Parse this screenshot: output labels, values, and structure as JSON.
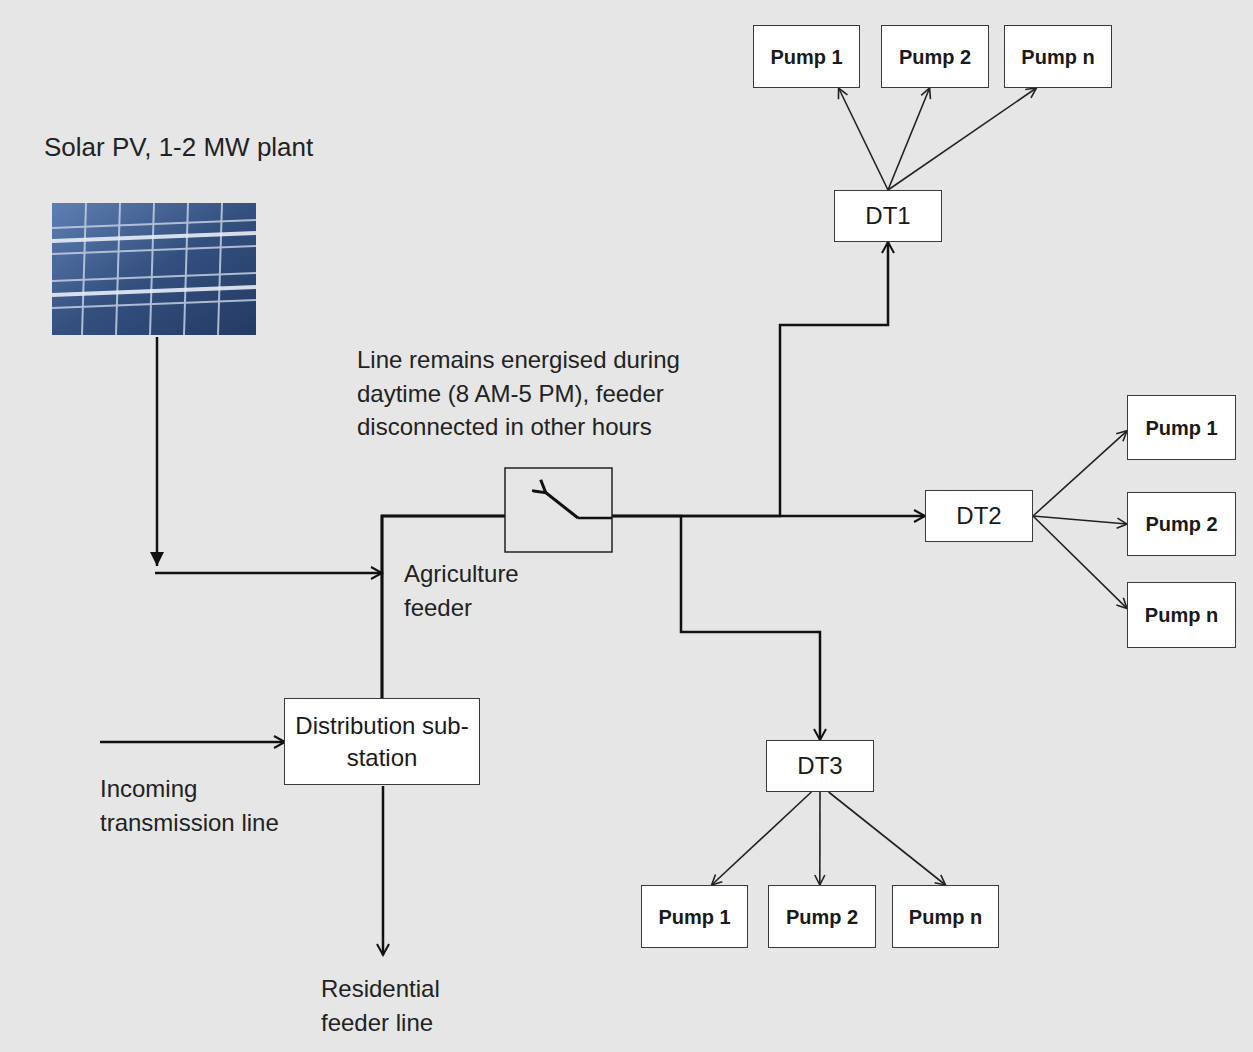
{
  "diagram": {
    "nodes": [
      {
        "text": [
          "Distribution sub-station"
        ]
      },
      {
        "text": [
          "DT1"
        ]
      },
      {
        "text": [
          "Pump 1"
        ]
      },
      {
        "text": [
          "Pump 2"
        ]
      },
      {
        "text": [
          "Pump n"
        ]
      },
      {
        "text": [
          "DT2"
        ]
      },
      {
        "text": [
          "Pump 1"
        ]
      },
      {
        "text": [
          "Pump 2"
        ]
      },
      {
        "text": [
          "Pump n"
        ]
      },
      {
        "text": [
          "DT3"
        ]
      },
      {
        "text": [
          "Pump 1"
        ]
      },
      {
        "text": [
          "Pump 2"
        ]
      },
      {
        "text": [
          "Pump n"
        ]
      }
    ],
    "edges": [
      {
        "from": 0,
        "to": 1,
        "arrow": "to"
      },
      {
        "from": 0,
        "to": 5,
        "arrow": "to"
      },
      {
        "from": 0,
        "to": 9,
        "arrow": "to"
      },
      {
        "from": 1,
        "to": 2,
        "arrow": "to"
      },
      {
        "from": 1,
        "to": 3,
        "arrow": "to"
      },
      {
        "from": 1,
        "to": 4,
        "arrow": "to"
      },
      {
        "from": 5,
        "to": 6,
        "arrow": "to"
      },
      {
        "from": 5,
        "to": 7,
        "arrow": "to"
      },
      {
        "from": 5,
        "to": 8,
        "arrow": "to"
      },
      {
        "from": 9,
        "to": 10,
        "arrow": "to"
      },
      {
        "from": 9,
        "to": 11,
        "arrow": "to"
      },
      {
        "from": 9,
        "to": 12,
        "arrow": "to"
      }
    ],
    "labels": [
      "Solar PV, 1-2 MW plant",
      "Line remains energised during daytime (8 AM-5 PM), feeder disconnected in other hours",
      "Agriculture feeder",
      "Incoming transmission line",
      "Residential feeder line"
    ]
  }
}
